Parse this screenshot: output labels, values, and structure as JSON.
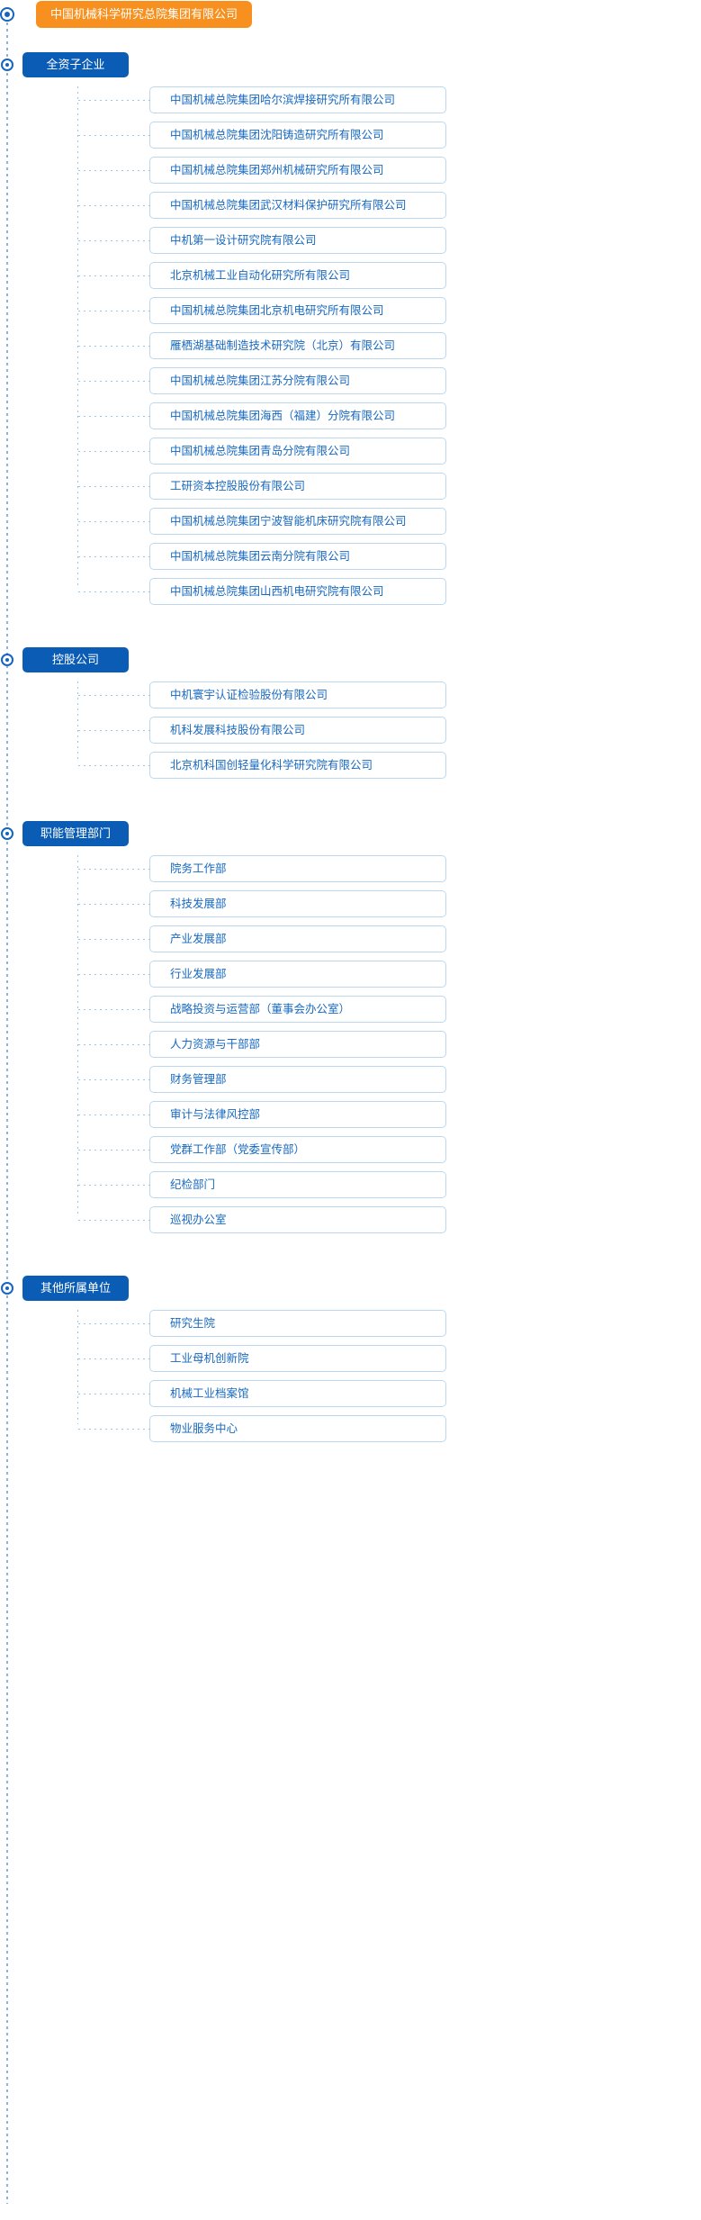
{
  "root": {
    "label": "中国机械科学研究总院集团有限公司",
    "color": "#f7901e"
  },
  "theme": {
    "section_color": "#0b5cb5",
    "item_text_color": "#1769c0",
    "item_border_color": "#bdd7ef",
    "connector_color": "#9cc3e8"
  },
  "sections": [
    {
      "label": "全资子企业",
      "items": [
        {
          "label": "中国机械总院集团哈尔滨焊接研究所有限公司"
        },
        {
          "label": "中国机械总院集团沈阳铸造研究所有限公司"
        },
        {
          "label": "中国机械总院集团郑州机械研究所有限公司"
        },
        {
          "label": "中国机械总院集团武汉材料保护研究所有限公司"
        },
        {
          "label": "中机第一设计研究院有限公司"
        },
        {
          "label": "北京机械工业自动化研究所有限公司"
        },
        {
          "label": "中国机械总院集团北京机电研究所有限公司"
        },
        {
          "label": "雁栖湖基础制造技术研究院（北京）有限公司"
        },
        {
          "label": "中国机械总院集团江苏分院有限公司"
        },
        {
          "label": "中国机械总院集团海西（福建）分院有限公司"
        },
        {
          "label": "中国机械总院集团青岛分院有限公司"
        },
        {
          "label": "工研资本控股股份有限公司"
        },
        {
          "label": "中国机械总院集团宁波智能机床研究院有限公司"
        },
        {
          "label": "中国机械总院集团云南分院有限公司"
        },
        {
          "label": "中国机械总院集团山西机电研究院有限公司"
        }
      ]
    },
    {
      "label": "控股公司",
      "items": [
        {
          "label": "中机寰宇认证检验股份有限公司"
        },
        {
          "label": "机科发展科技股份有限公司"
        },
        {
          "label": "北京机科国创轻量化科学研究院有限公司"
        }
      ]
    },
    {
      "label": "职能管理部门",
      "items": [
        {
          "label": "院务工作部"
        },
        {
          "label": "科技发展部"
        },
        {
          "label": "产业发展部"
        },
        {
          "label": "行业发展部"
        },
        {
          "label": "战略投资与运营部（董事会办公室）"
        },
        {
          "label": "人力资源与干部部"
        },
        {
          "label": "财务管理部"
        },
        {
          "label": "审计与法律风控部"
        },
        {
          "label": "党群工作部（党委宣传部）"
        },
        {
          "label": "纪检部门"
        },
        {
          "label": "巡视办公室"
        }
      ]
    },
    {
      "label": "其他所属单位",
      "items": [
        {
          "label": "研究生院"
        },
        {
          "label": "工业母机创新院"
        },
        {
          "label": "机械工业档案馆"
        },
        {
          "label": "物业服务中心"
        }
      ]
    }
  ]
}
